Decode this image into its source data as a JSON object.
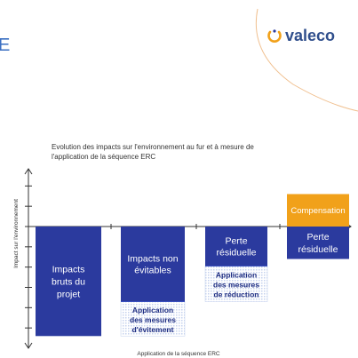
{
  "header": {
    "slide_letter": "E",
    "logo_text": "valeco"
  },
  "colors": {
    "navy": "#2b3a9e",
    "orange": "#f1a11a",
    "hatch": "#c5d2ee",
    "hatch_text": "#1f2e82",
    "title_accent": "#3a6fc2",
    "logo": "#2f4e8c"
  },
  "chart_data": {
    "type": "bar",
    "title": "Evolution des impacts sur l'environnement au fur et à mesure de l'application de la séquence ERC",
    "ylabel": "Impact sur l'environnement",
    "xlabel": "Application de la séquence ERC",
    "ylim": [
      -6,
      2.2
    ],
    "grid": false,
    "bars": [
      {
        "label": "Impacts bruts du projet",
        "lines": [
          "Impacts",
          "bruts du",
          "projet"
        ],
        "value": -5.4,
        "color": "#2b3a9e"
      },
      {
        "label": "Impacts non évitables",
        "lines": [
          "Impacts non",
          "évitables"
        ],
        "value": -3.7,
        "color": "#2b3a9e",
        "reduction": {
          "label": "Application des mesures d'évitement",
          "lines": [
            "Application",
            "des mesures",
            "d'évitement"
          ],
          "value": 1.7
        }
      },
      {
        "label": "Perte résiduelle",
        "lines": [
          "Perte",
          "résiduelle"
        ],
        "value": -1.95,
        "color": "#2b3a9e",
        "reduction": {
          "label": "Application des mesures de réduction",
          "lines": [
            "Application",
            "des mesures",
            "de réduction"
          ],
          "value": 1.75
        }
      },
      {
        "label": "Perte résiduelle",
        "lines": [
          "Perte",
          "résiduelle"
        ],
        "value": -1.6,
        "color": "#2b3a9e",
        "compensation": {
          "label": "Compensation",
          "lines": [
            "Compensation"
          ],
          "value": 1.6,
          "color": "#f1a11a"
        }
      }
    ]
  }
}
